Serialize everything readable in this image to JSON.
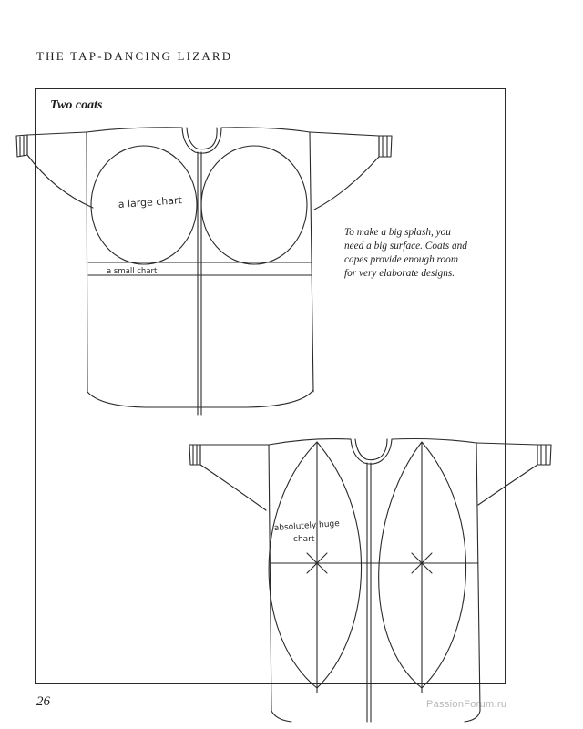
{
  "header": {
    "running_title": "THE TAP-DANCING LIZARD"
  },
  "figure": {
    "title": "Two coats",
    "caption": "To make a big splash, you need a big surface. Coats and capes provide enough room for very elaborate designs.",
    "coat1": {
      "label_large": "a large chart",
      "label_small": "a small chart"
    },
    "coat2": {
      "label_line1": "absolutely huge",
      "label_line2": "chart"
    }
  },
  "footer": {
    "page_number": "26",
    "watermark": "PassionForum.ru"
  }
}
